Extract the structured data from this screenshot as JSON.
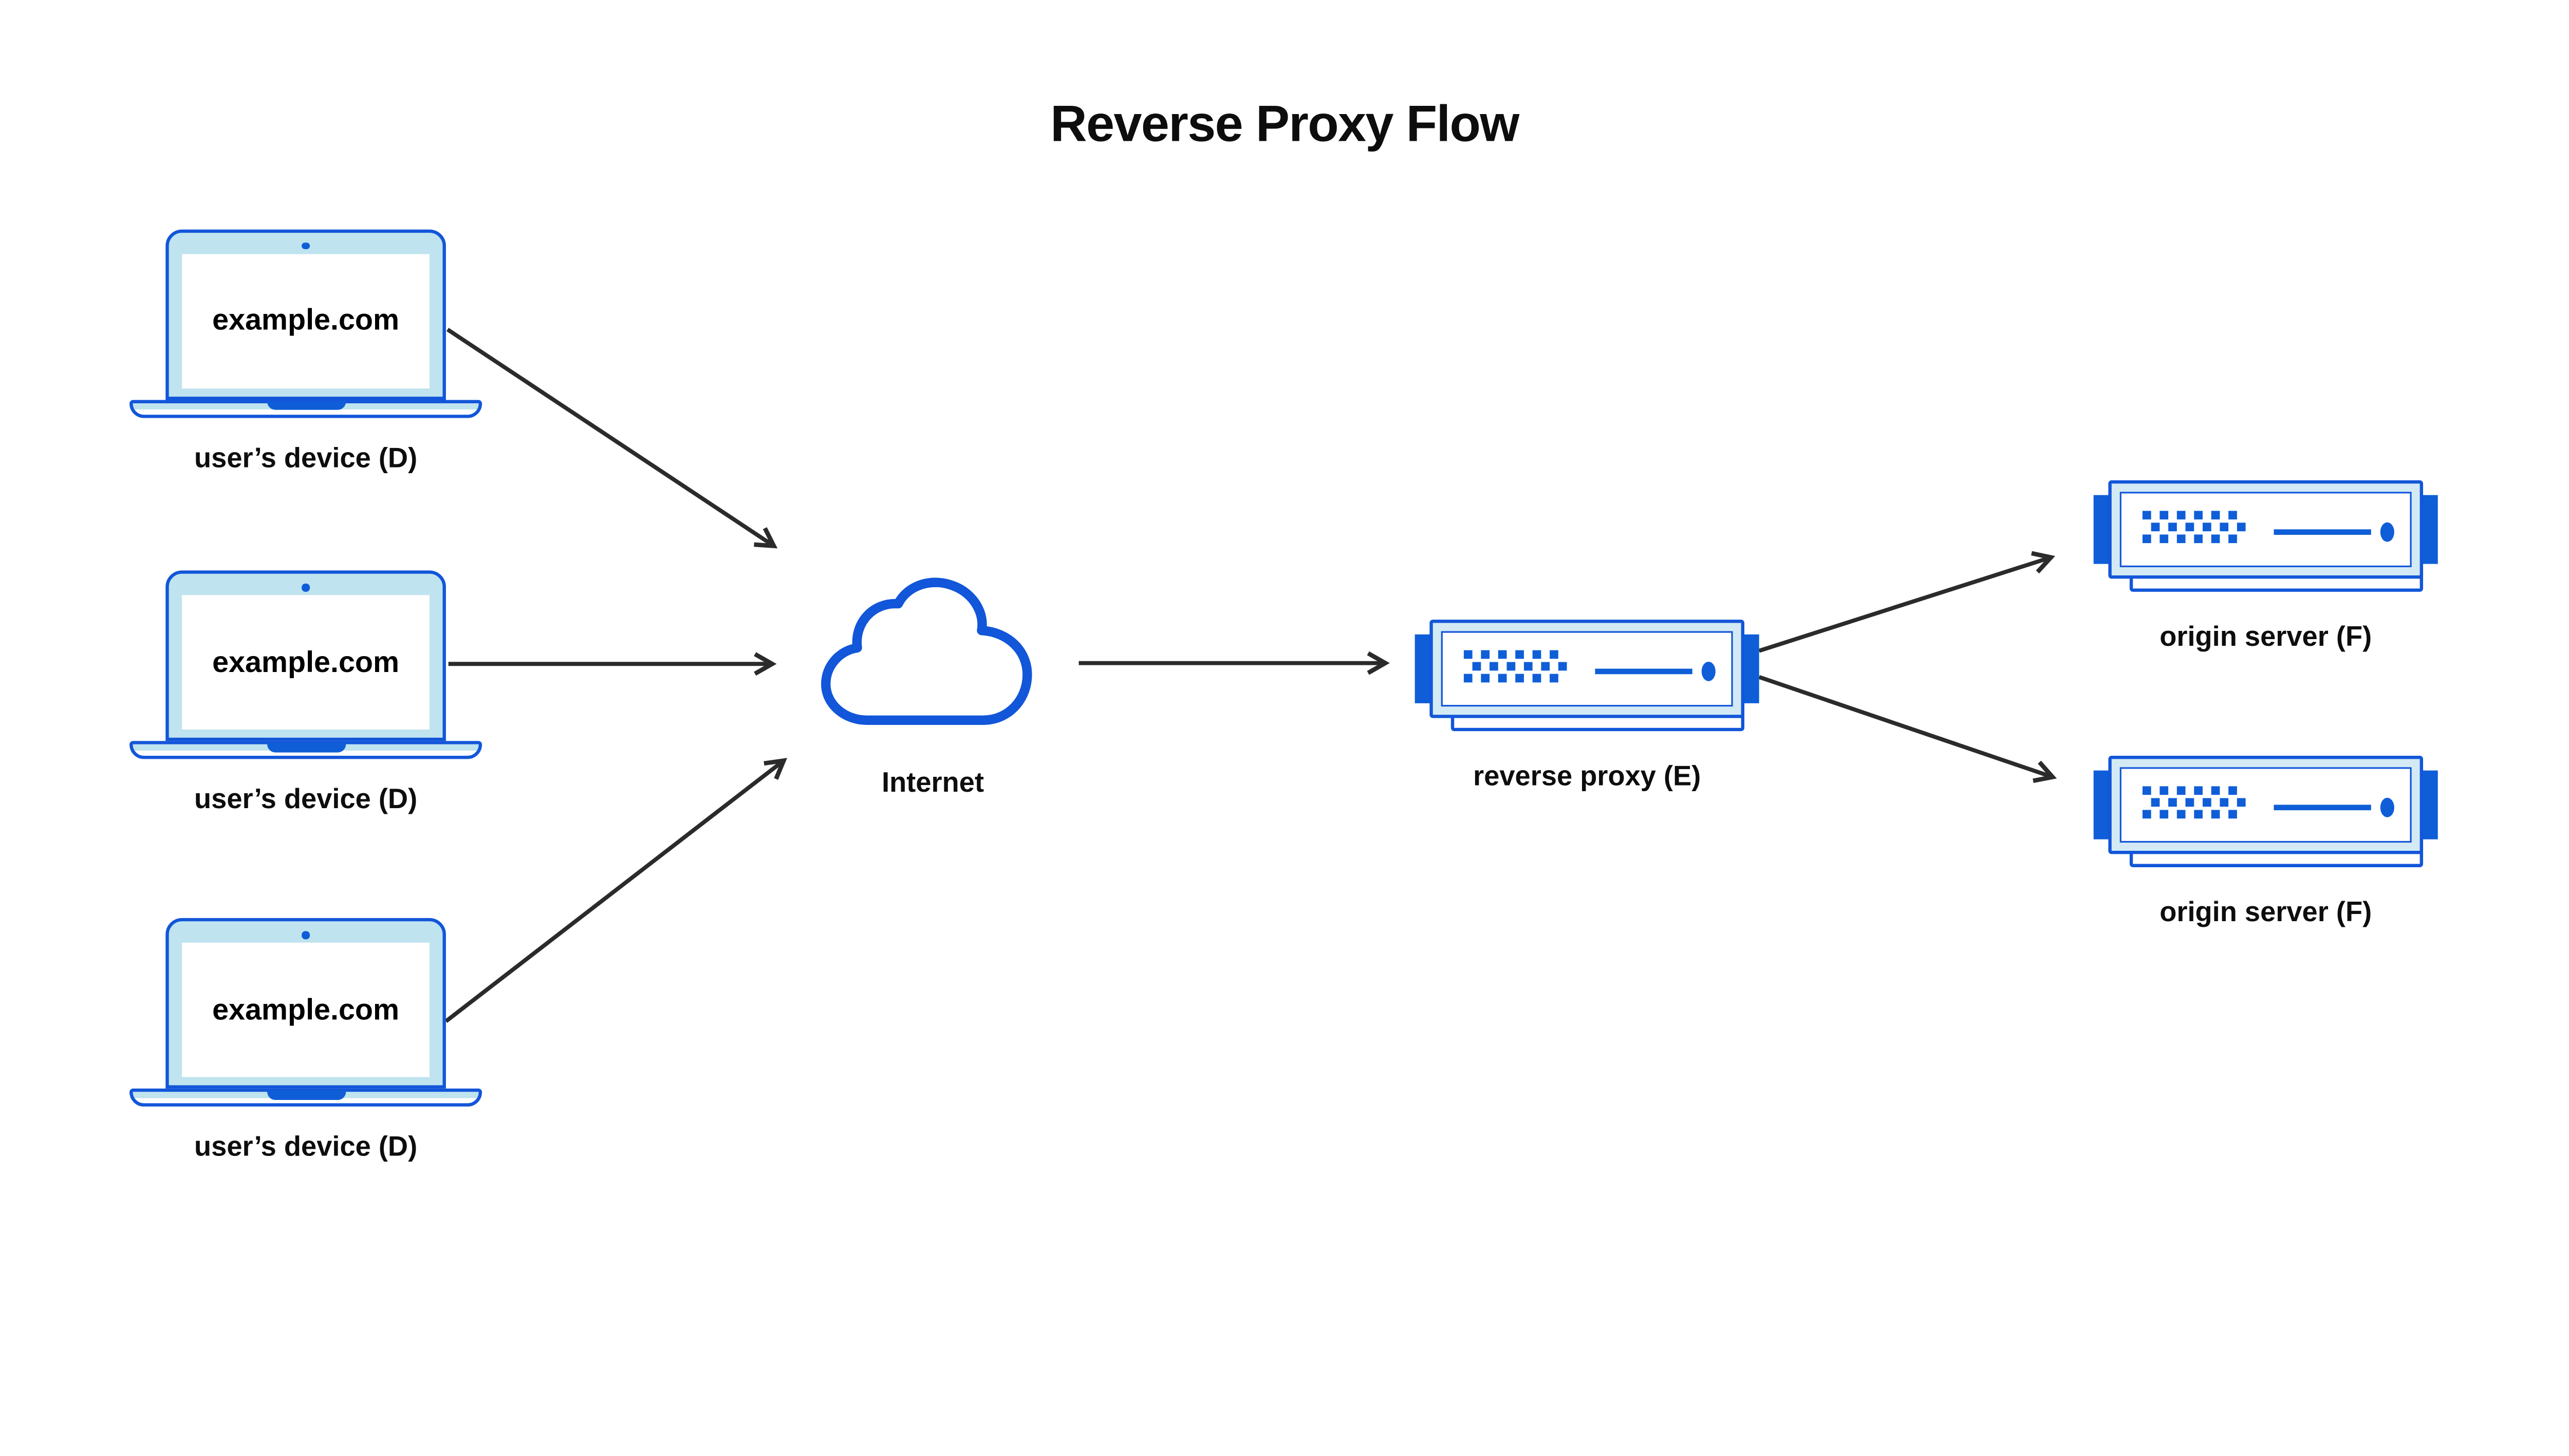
{
  "title": "Reverse Proxy Flow",
  "colors": {
    "blue": "#1256d9",
    "blue-solid": "#0f5ed8",
    "laptop-light": "#bfe3ef",
    "server-light": "#d3eaf5",
    "arrow": "#2b2b2b",
    "ink": "#0d0d0d",
    "bg": "#ffffff"
  },
  "nodes": {
    "devices": [
      {
        "screen_text": "example.com",
        "label": "user’s device (D)"
      },
      {
        "screen_text": "example.com",
        "label": "user’s device (D)"
      },
      {
        "screen_text": "example.com",
        "label": "user’s device (D)"
      }
    ],
    "internet": {
      "label": "Internet"
    },
    "proxy": {
      "label": "reverse proxy (E)"
    },
    "origins": [
      {
        "label": "origin server (F)"
      },
      {
        "label": "origin server (F)"
      }
    ]
  },
  "edges": [
    {
      "from": "user-device-1",
      "to": "internet"
    },
    {
      "from": "user-device-2",
      "to": "internet"
    },
    {
      "from": "user-device-3",
      "to": "internet"
    },
    {
      "from": "internet",
      "to": "reverse-proxy"
    },
    {
      "from": "reverse-proxy",
      "to": "origin-server-1"
    },
    {
      "from": "reverse-proxy",
      "to": "origin-server-2"
    }
  ]
}
